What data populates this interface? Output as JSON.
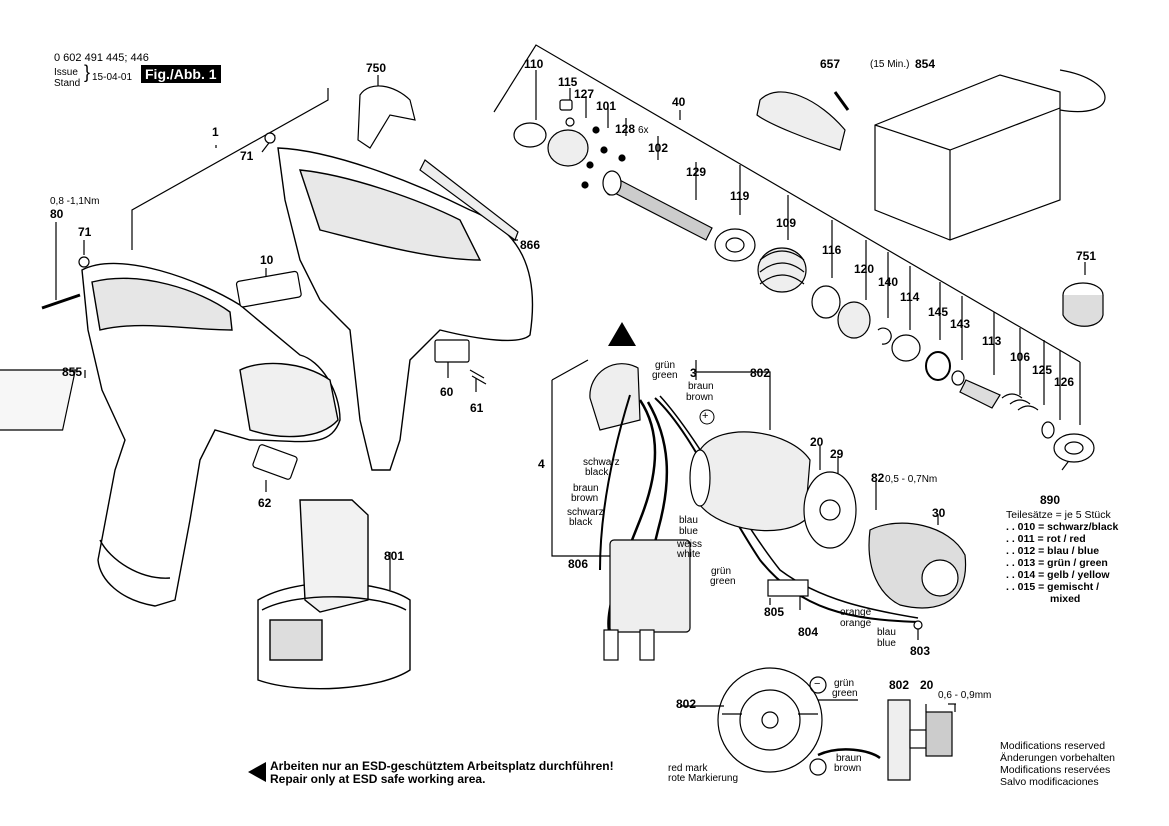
{
  "header": {
    "order_numbers": "0 602 491 445; 446",
    "issue_label": "Issue",
    "stand_label": "Stand",
    "date": "15-04-01",
    "figure_badge": "Fig./Abb. 1"
  },
  "callouts": {
    "c1": "1",
    "c71a": "71",
    "c71b": "71",
    "c80": "80",
    "torque80": "0,8 -1,1Nm",
    "c750": "750",
    "c10": "10",
    "c855": "855",
    "c60": "60",
    "c61": "61",
    "c62": "62",
    "c801": "801",
    "c866": "866",
    "c110": "110",
    "c115": "115",
    "c127": "127",
    "c101": "101",
    "c128": "128",
    "c128x": "6x",
    "c102": "102",
    "c40": "40",
    "c129": "129",
    "c119": "119",
    "c109": "109",
    "c116": "116",
    "c120": "120",
    "c140": "140",
    "c114": "114",
    "c145": "145",
    "c143": "143",
    "c113": "113",
    "c106": "106",
    "c125": "125",
    "c126": "126",
    "c657": "657",
    "c854pre": "(15 Min.)",
    "c854": "854",
    "c751": "751",
    "c890": "890",
    "c802": "802",
    "c3": "3",
    "c4": "4",
    "c20": "20",
    "c29": "29",
    "c82": "82",
    "torque82": "0,5 - 0,7Nm",
    "c30": "30",
    "c806": "806",
    "c805": "805",
    "c804": "804",
    "c803": "803",
    "c802b": "802",
    "c802c": "802",
    "c20b": "20",
    "gap": "0,6 - 0,9mm"
  },
  "wire_labels": {
    "gruen1": "grün",
    "green1": "green",
    "braun1": "braun",
    "brown1": "brown",
    "schwarz1": "schwarz",
    "black1": "black",
    "braun2": "braun",
    "brown2": "brown",
    "schwarz2": "schwarz",
    "black2": "black",
    "blau1": "blau",
    "blue1": "blue",
    "weiss": "weiss",
    "white": "white",
    "gruen2": "grün",
    "green2": "green",
    "orange1": "orange",
    "orange2": "orange",
    "blau2": "blau",
    "blue2": "blue",
    "gruen3": "grün",
    "green3": "green",
    "braun3": "braun",
    "brown3": "brown",
    "redmark1": "red mark",
    "redmark2": "rote Markierung",
    "plus": "+",
    "minus": "−"
  },
  "parts_sets": {
    "title": "Teilesätze = je 5 Stück",
    "rows": [
      ". . 010 = schwarz/black",
      ". . 011 = rot / red",
      ". . 012 = blau / blue",
      ". . 013 = grün / green",
      ". . 014 = gelb / yellow",
      ". . 015 = gemischt /",
      "mixed"
    ]
  },
  "esd_notice": {
    "line1": "Arbeiten nur an ESD-geschütztem Arbeitsplatz durchführen!",
    "line2": "Repair only at ESD safe working area."
  },
  "modifications": [
    "Modifications reserved",
    "Änderungen vorbehalten",
    "Modifications reservées",
    "Salvo modificaciones"
  ],
  "colors": {
    "ink": "#000000",
    "paper": "#ffffff",
    "shade": "#d9d9d9",
    "dark": "#555555"
  }
}
